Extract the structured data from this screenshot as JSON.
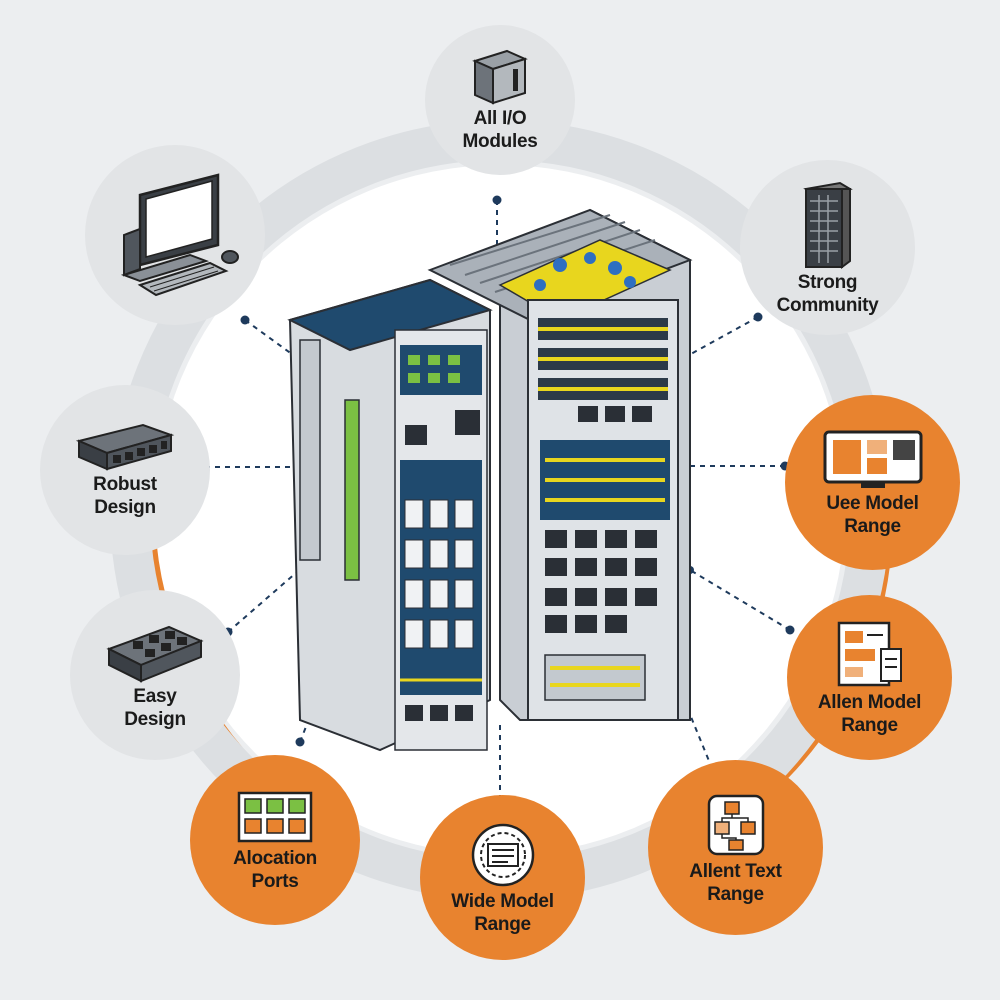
{
  "colors": {
    "background": "#eceef0",
    "ring": "#e8832f",
    "inner_disc": "#ffffff",
    "grey_node": "#e2e4e6",
    "orange_node": "#e8832f",
    "connector": "#1e3a5c",
    "device_navy": "#1f4a6e",
    "device_yellow": "#e8d61e",
    "device_green": "#7bc043"
  },
  "center": {
    "icon": "industrial-controller-rack-icon"
  },
  "nodes": [
    {
      "id": "all-io-modules",
      "label": "All I/O\nModules",
      "style": "grey",
      "icon": "server-tower-icon"
    },
    {
      "id": "strong-community",
      "label": "Strong\nCommunity",
      "style": "grey",
      "icon": "server-rack-icon"
    },
    {
      "id": "uee-model-range",
      "label": "Uee Model\nRange",
      "style": "orange",
      "icon": "monitor-dashboard-icon"
    },
    {
      "id": "allen-model-range",
      "label": "Allen Model\nRange",
      "style": "orange",
      "icon": "document-chart-icon"
    },
    {
      "id": "allent-text-range",
      "label": "Allent Text\nRange",
      "style": "orange",
      "icon": "flowchart-icon"
    },
    {
      "id": "wide-model-range",
      "label": "Wide Model\nRange",
      "style": "orange",
      "icon": "gear-badge-icon"
    },
    {
      "id": "alocation-ports",
      "label": "Alocation\nPorts",
      "style": "orange",
      "icon": "io-ports-icon"
    },
    {
      "id": "easy-design",
      "label": "Easy\nDesign",
      "style": "grey",
      "icon": "circuit-board-icon"
    },
    {
      "id": "robust-design",
      "label": "Robust\nDesign",
      "style": "grey",
      "icon": "switch-module-icon"
    },
    {
      "id": "workstation",
      "label": "",
      "style": "grey",
      "icon": "desktop-computer-icon"
    }
  ]
}
